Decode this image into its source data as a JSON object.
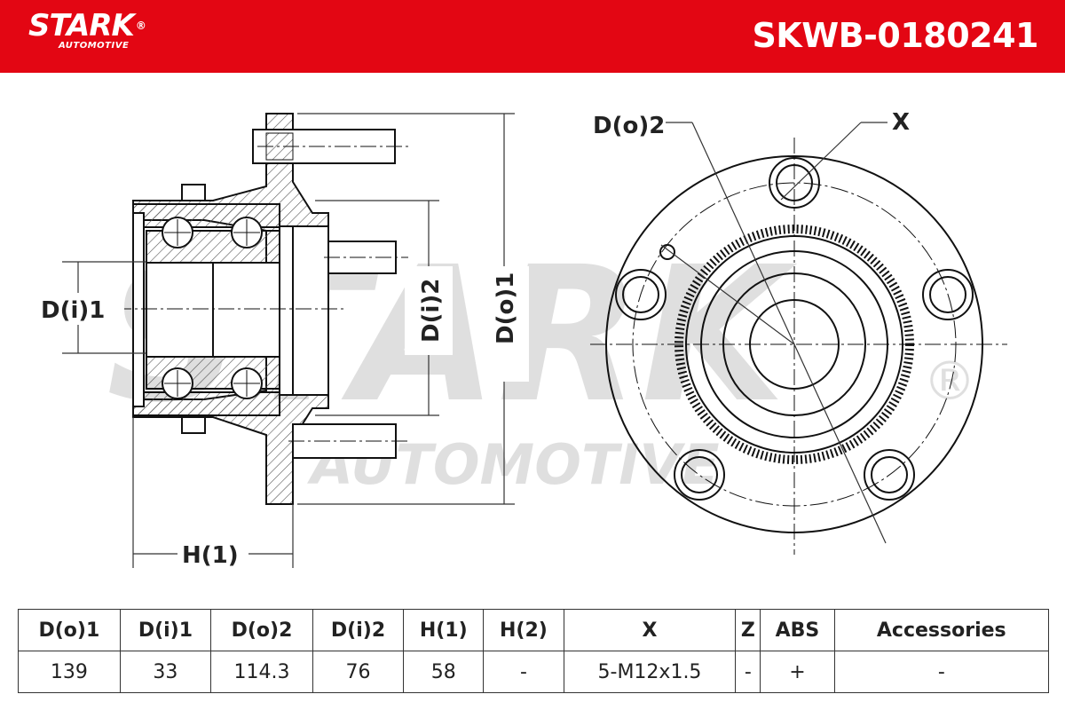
{
  "brand": {
    "name": "STARK",
    "sub": "AUTOMOTIVE",
    "reg": "®",
    "accent": "#e30613"
  },
  "part_number": "SKWB-0180241",
  "labels": {
    "do1": "D(o)1",
    "di1": "D(i)1",
    "di2": "D(i)2",
    "h1": "H(1)",
    "do2": "D(o)2",
    "x": "X"
  },
  "watermark": {
    "main": "STARK",
    "sub": "AUTOMOTIVE",
    "reg": "®"
  },
  "table": {
    "headers": [
      "D(o)1",
      "D(i)1",
      "D(o)2",
      "D(i)2",
      "H(1)",
      "H(2)",
      "X",
      "Z",
      "ABS",
      "Accessories"
    ],
    "values": [
      "139",
      "33",
      "114.3",
      "76",
      "58",
      "-",
      "5-M12x1.5",
      "-",
      "+",
      "-"
    ]
  }
}
